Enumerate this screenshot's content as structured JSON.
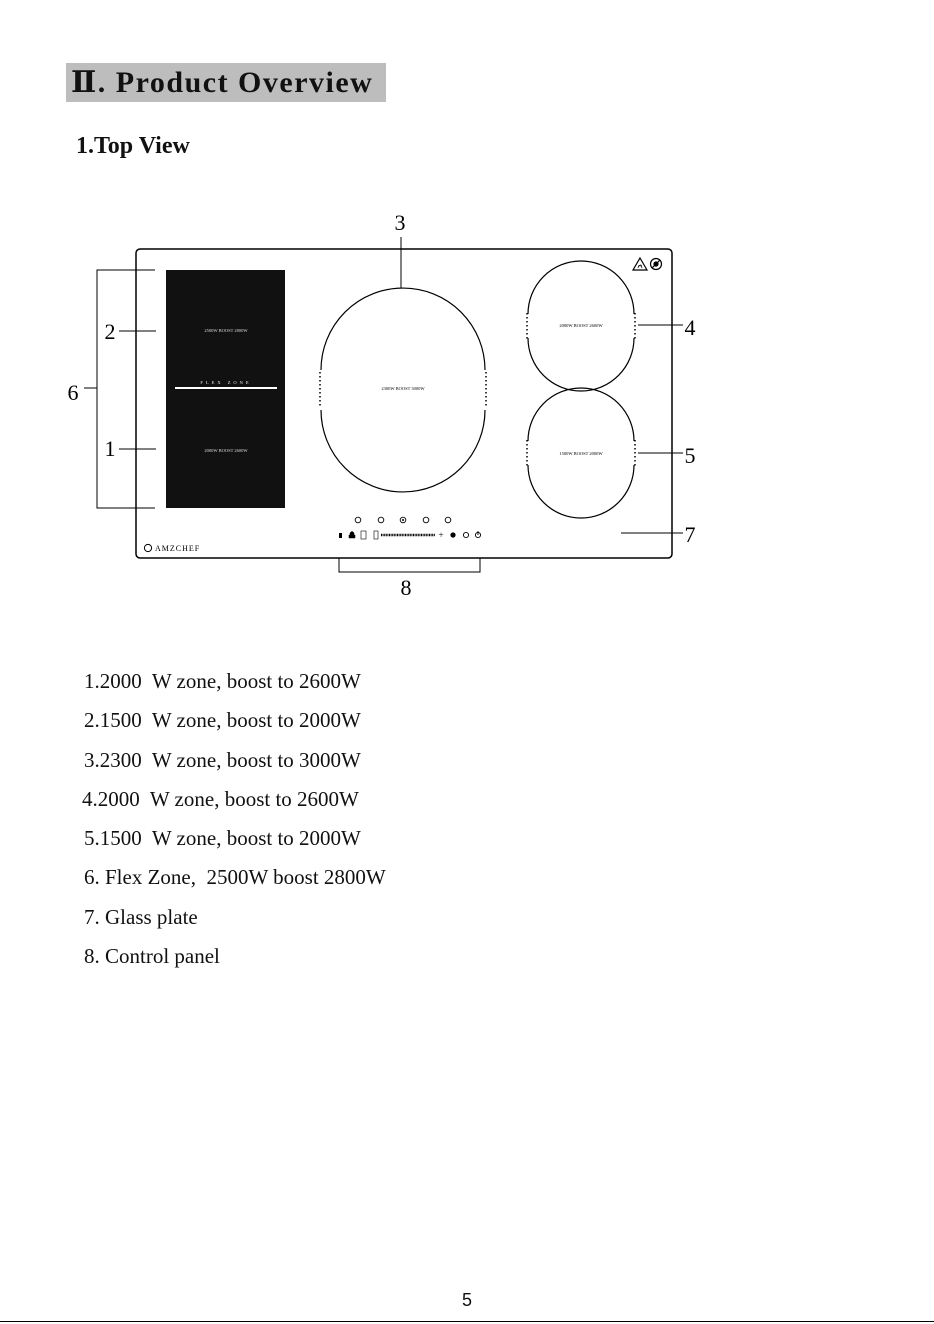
{
  "header": {
    "title": "Ⅱ. Product Overview",
    "subtitle": "1.Top View"
  },
  "diagram": {
    "callouts": [
      "1",
      "2",
      "3",
      "4",
      "5",
      "6",
      "7",
      "8"
    ],
    "zone_labels": {
      "flex_top": "2500W BOOST 2800W",
      "flex_mid": "FLEX ZONE",
      "flex_bottom": "2000W BOOST 2600W",
      "center": "2300W BOOST 3000W",
      "top_right": "2000W BOOST 2600W",
      "bottom_right": "1500W BOOST 2000W"
    },
    "brand": "AMZCHEF",
    "warning_icons": [
      "hot-surface-warning-icon",
      "no-pacemaker-icon"
    ]
  },
  "legend": [
    "1.2000  W zone, boost to 2600W",
    "2.1500  W zone, boost to 2000W",
    "3.2300  W zone, boost to 3000W",
    "4.2000  W zone, boost to 2600W",
    "5.1500  W zone, boost to 2000W",
    "6. Flex Zone,  2500W boost 2800W",
    "7. Glass plate",
    "8. Control panel"
  ],
  "page_number": "5"
}
